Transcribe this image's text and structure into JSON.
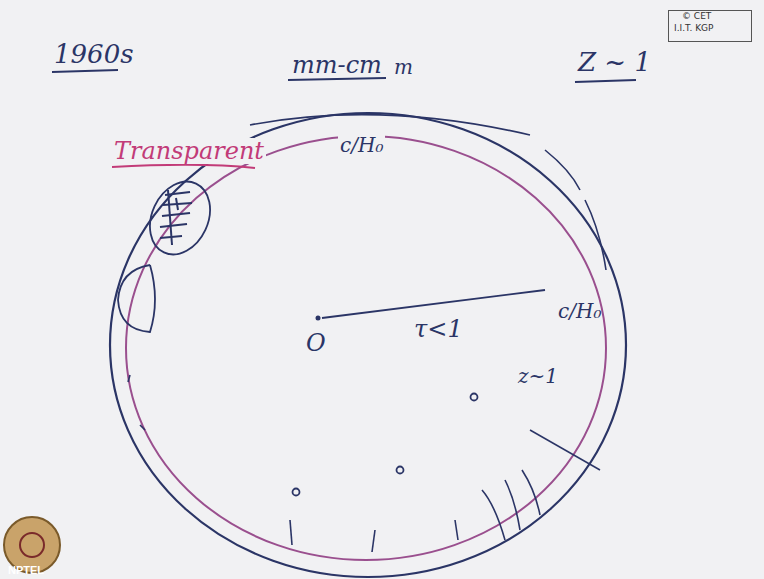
{
  "diagram": {
    "labels": [
      "1960s",
      "mm-cm",
      "m",
      "Z ~ 1",
      "Transparent",
      "c/H₀",
      "O",
      "τ<1",
      "c/H₀",
      "z~1",
      "© CET",
      "I.I.T. KGP",
      "NPTEL"
    ]
  }
}
